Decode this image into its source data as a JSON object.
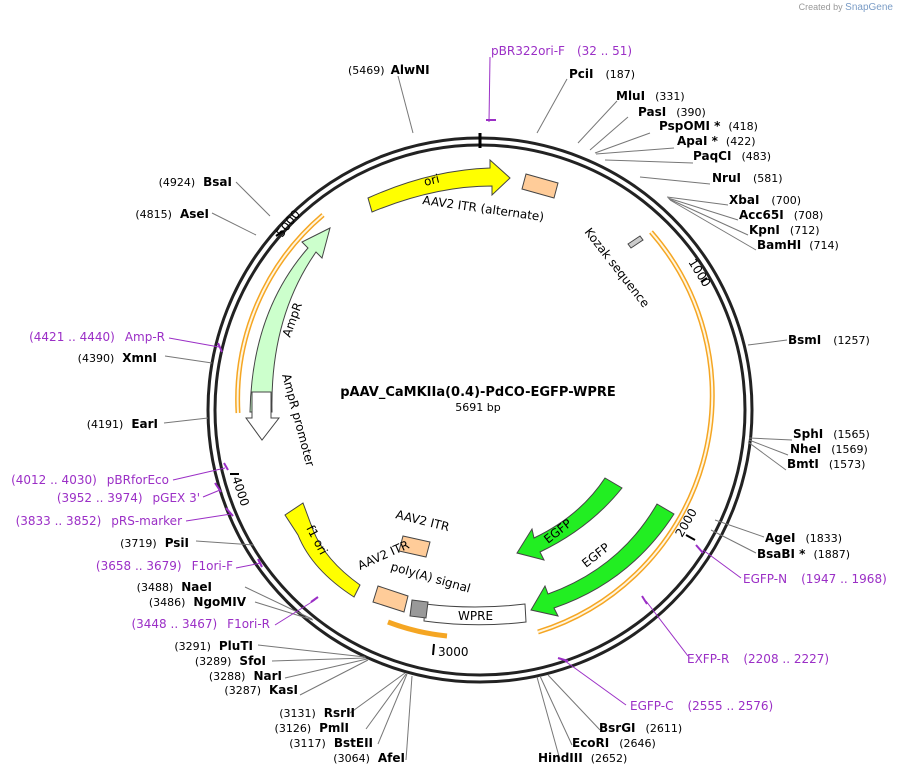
{
  "brand": {
    "prefix": "Created by",
    "name": "SnapGene"
  },
  "plasmid": {
    "name": "pAAV_CaMKIIa(0.4)-PdCO-EGFP-WPRE",
    "length": "5691 bp"
  },
  "ticks": {
    "t1000": "1000",
    "t2000": "2000",
    "t3000": "3000",
    "t4000": "4000",
    "t5000": "5000"
  },
  "features": {
    "ori": "ori",
    "itr_alt": "AAV2 ITR (alternate)",
    "kozak": "Kozak sequence",
    "ampr": "AmpR",
    "ampr_promoter": "AmpR promoter",
    "egfp1": "EGFP",
    "egfp2": "EGFP",
    "itr1": "AAV2 ITR",
    "itr2": "AAV2 ITR",
    "polya": "poly(A) signal",
    "wpre": "WPRE",
    "f1ori": "f1 ori"
  },
  "sites": [
    {
      "name": "AlwNI",
      "pos": "(5469)"
    },
    {
      "name": "PciI",
      "pos": "(187)"
    },
    {
      "name": "MluI",
      "pos": "(331)"
    },
    {
      "name": "PasI",
      "pos": "(390)"
    },
    {
      "name": "PspOMI *",
      "pos": "(418)"
    },
    {
      "name": "ApaI *",
      "pos": "(422)"
    },
    {
      "name": "PaqCI",
      "pos": "(483)"
    },
    {
      "name": "NruI",
      "pos": "(581)"
    },
    {
      "name": "XbaI",
      "pos": "(700)"
    },
    {
      "name": "Acc65I",
      "pos": "(708)"
    },
    {
      "name": "KpnI",
      "pos": "(712)"
    },
    {
      "name": "BamHI",
      "pos": "(714)"
    },
    {
      "name": "BsmI",
      "pos": "(1257)"
    },
    {
      "name": "SphI",
      "pos": "(1565)"
    },
    {
      "name": "NheI",
      "pos": "(1569)"
    },
    {
      "name": "BmtI",
      "pos": "(1573)"
    },
    {
      "name": "AgeI",
      "pos": "(1833)"
    },
    {
      "name": "BsaBI *",
      "pos": "(1887)"
    },
    {
      "name": "BsrGI",
      "pos": "(2611)"
    },
    {
      "name": "EcoRI",
      "pos": "(2646)"
    },
    {
      "name": "HindIII",
      "pos": "(2652)"
    },
    {
      "name": "AfeI",
      "pos": "(3064)"
    },
    {
      "name": "BstEII",
      "pos": "(3117)"
    },
    {
      "name": "PmlI",
      "pos": "(3126)"
    },
    {
      "name": "RsrII",
      "pos": "(3131)"
    },
    {
      "name": "KasI",
      "pos": "(3287)"
    },
    {
      "name": "NarI",
      "pos": "(3288)"
    },
    {
      "name": "SfoI",
      "pos": "(3289)"
    },
    {
      "name": "PluTI",
      "pos": "(3291)"
    },
    {
      "name": "NgoMIV",
      "pos": "(3486)"
    },
    {
      "name": "NaeI",
      "pos": "(3488)"
    },
    {
      "name": "PsiI",
      "pos": "(3719)"
    },
    {
      "name": "EarI",
      "pos": "(4191)"
    },
    {
      "name": "XmnI",
      "pos": "(4390)"
    },
    {
      "name": "AseI",
      "pos": "(4815)"
    },
    {
      "name": "BsaI",
      "pos": "(4924)"
    }
  ],
  "primers": [
    {
      "name": "pBR322ori-F",
      "range": "(32 .. 51)"
    },
    {
      "name": "EGFP-N",
      "range": "(1947 .. 1968)"
    },
    {
      "name": "EXFP-R",
      "range": "(2208 .. 2227)"
    },
    {
      "name": "EGFP-C",
      "range": "(2555 .. 2576)"
    },
    {
      "name": "F1ori-R",
      "range": "(3448 .. 3467)"
    },
    {
      "name": "F1ori-F",
      "range": "(3658 .. 3679)"
    },
    {
      "name": "pRS-marker",
      "range": "(3833 .. 3852)"
    },
    {
      "name": "pGEX 3'",
      "range": "(3952 .. 3974)"
    },
    {
      "name": "pBRforEco",
      "range": "(4012 .. 4030)"
    },
    {
      "name": "Amp-R",
      "range": "(4421 .. 4440)"
    }
  ],
  "colors": {
    "primer": "#9b2fc6",
    "ori": "#ffff00",
    "egfp": "#22ee22",
    "ampr": "#ccffcc",
    "itr": "#ffcc99",
    "orf": "#f5a623"
  }
}
